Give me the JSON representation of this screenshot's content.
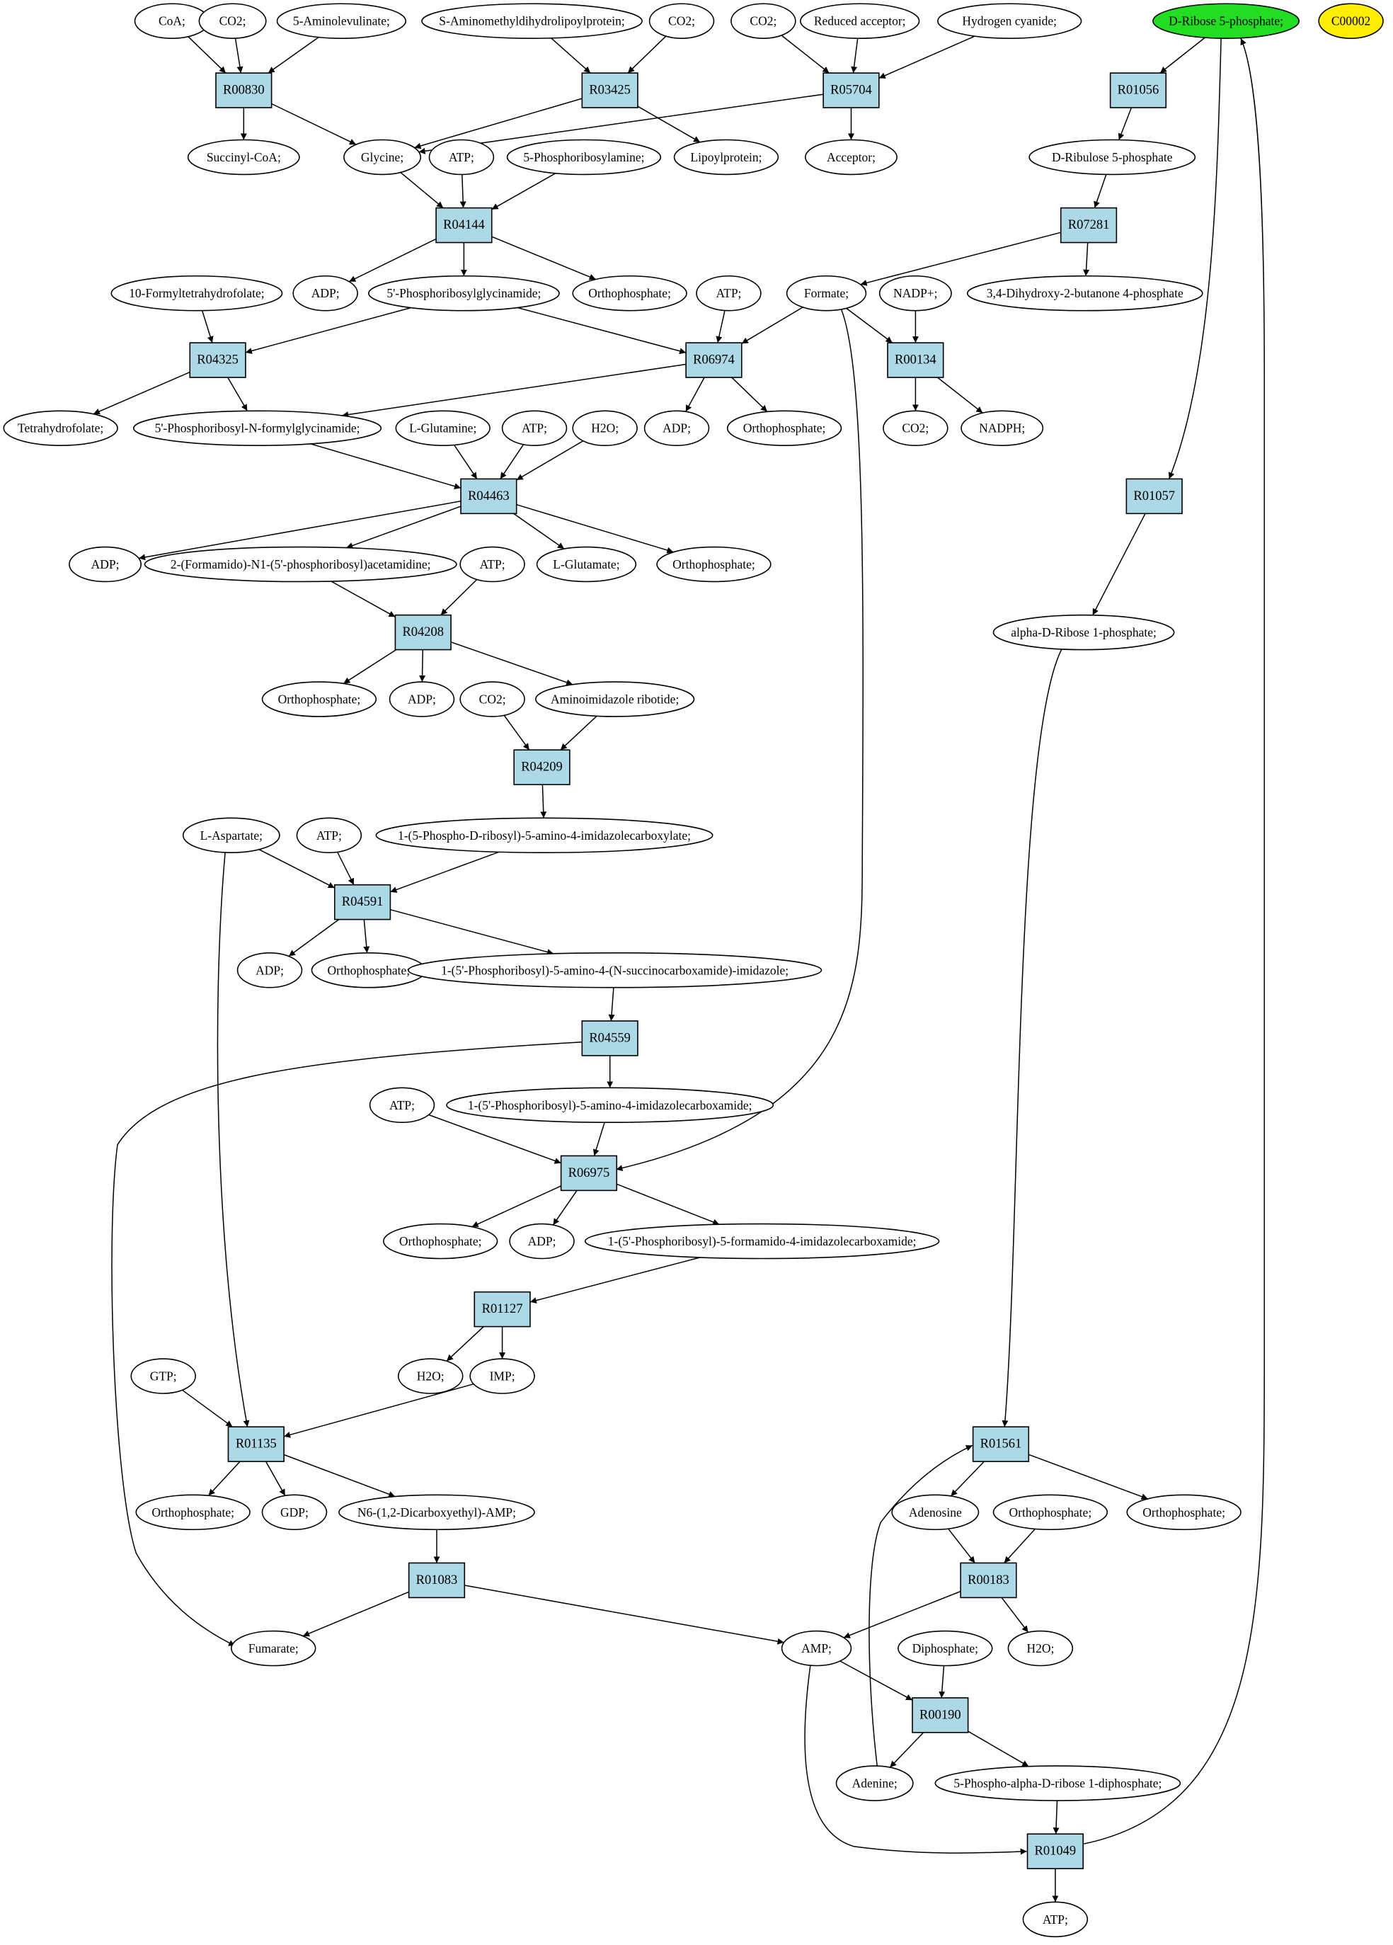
{
  "colors": {
    "reaction_fill": "#add8e6",
    "metabolite_fill": "#ffffff",
    "start_fill": "#22dd22",
    "marker_fill": "#ffee00",
    "stroke": "#000000"
  },
  "metabolites": {
    "coa": "CoA;",
    "co2_a": "CO2;",
    "aminolevulinate": "5-Aminolevulinate;",
    "s_aminomethyl": "S-Aminomethyldihydrolipoylprotein;",
    "co2_b": "CO2;",
    "co2_c": "CO2;",
    "reduced_acceptor": "Reduced acceptor;",
    "hydrogen_cyanide": "Hydrogen cyanide;",
    "d_ribose_5p": "D-Ribose 5-phosphate;",
    "c00002": "C00002",
    "succinyl_coa": "Succinyl-CoA;",
    "glycine": "Glycine;",
    "atp_a": "ATP;",
    "phosphoribosylamine": "5-Phosphoribosylamine;",
    "lipoylprotein": "Lipoylprotein;",
    "acceptor": "Acceptor;",
    "d_ribulose_5p": "D-Ribulose 5-phosphate",
    "adp_a": "ADP;",
    "gar": "5'-Phosphoribosylglycinamide;",
    "orthophosphate_a": "Orthophosphate;",
    "formyl_thf": "10-Formyltetrahydrofolate;",
    "atp_b": "ATP;",
    "formate": "Formate;",
    "nadp": "NADP+;",
    "dihydroxy_butanone": "3,4-Dihydroxy-2-butanone 4-phosphate",
    "thf": "Tetrahydrofolate;",
    "fgar": "5'-Phosphoribosyl-N-formylglycinamide;",
    "adp_b": "ADP;",
    "orthophosphate_b": "Orthophosphate;",
    "co2_d": "CO2;",
    "nadph": "NADPH;",
    "l_glutamine": "L-Glutamine;",
    "atp_c": "ATP;",
    "h2o_a": "H2O;",
    "adp_c": "ADP;",
    "fgam": "2-(Formamido)-N1-(5'-phosphoribosyl)acetamidine;",
    "l_glutamate": "L-Glutamate;",
    "orthophosphate_c": "Orthophosphate;",
    "atp_d": "ATP;",
    "alpha_d_ribose_1p": "alpha-D-Ribose 1-phosphate;",
    "orthophosphate_d": "Orthophosphate;",
    "adp_d": "ADP;",
    "co2_e": "CO2;",
    "air": "Aminoimidazole ribotide;",
    "cair": "1-(5-Phospho-D-ribosyl)-5-amino-4-imidazolecarboxylate;",
    "l_aspartate": "L-Aspartate;",
    "atp_e": "ATP;",
    "adp_e": "ADP;",
    "orthophosphate_e": "Orthophosphate;",
    "saicar": "1-(5'-Phosphoribosyl)-5-amino-4-(N-succinocarboxamide)-imidazole;",
    "atp_f": "ATP;",
    "aicar": "1-(5'-Phosphoribosyl)-5-amino-4-imidazolecarboxamide;",
    "orthophosphate_f": "Orthophosphate;",
    "adp_f": "ADP;",
    "faicar": "1-(5'-Phosphoribosyl)-5-formamido-4-imidazolecarboxamide;",
    "h2o_b": "H2O;",
    "imp": "IMP;",
    "gtp": "GTP;",
    "orthophosphate_g": "Orthophosphate;",
    "gdp": "GDP;",
    "adenylosuccinate": "N6-(1,2-Dicarboxyethyl)-AMP;",
    "adenosine": "Adenosine",
    "orthophosphate_h": "Orthophosphate;",
    "orthophosphate_i": "Orthophosphate;",
    "fumarate": "Fumarate;",
    "amp": "AMP;",
    "diphosphate": "Diphosphate;",
    "h2o_c": "H2O;",
    "adenine": "Adenine;",
    "prpp": "5-Phospho-alpha-D-ribose 1-diphosphate;",
    "atp_g": "ATP;"
  },
  "reactions": {
    "R00830": "R00830",
    "R03425": "R03425",
    "R05704": "R05704",
    "R01056": "R01056",
    "R04144": "R04144",
    "R07281": "R07281",
    "R04325": "R04325",
    "R06974": "R06974",
    "R00134": "R00134",
    "R04463": "R04463",
    "R01057": "R01057",
    "R04208": "R04208",
    "R04209": "R04209",
    "R04591": "R04591",
    "R04559": "R04559",
    "R06975": "R06975",
    "R01127": "R01127",
    "R01135": "R01135",
    "R01561": "R01561",
    "R00183": "R00183",
    "R01083": "R01083",
    "R00190": "R00190",
    "R01049": "R01049"
  }
}
